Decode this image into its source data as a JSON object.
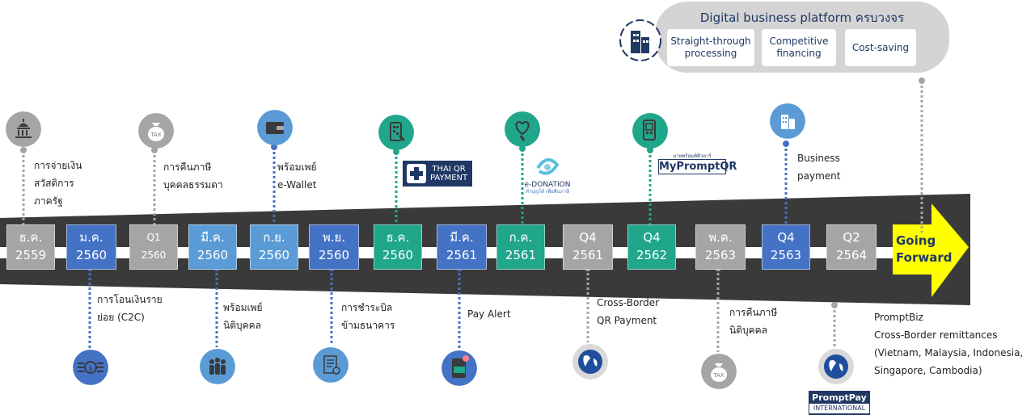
{
  "platform": {
    "title": "Digital business platform ครบวงจร",
    "pills": [
      "Straight-through processing",
      "Competitive financing",
      "Cost-saving"
    ]
  },
  "arrow_label": "Going Forward",
  "colors": {
    "gray": "#a5a5a5",
    "blue": "#4472c4",
    "lightblue": "#5b9bd5",
    "teal": "#20a68b",
    "band": "#3a3a3a",
    "dot_gray": "#a5a5a5",
    "dot_blue": "#4472c4",
    "arrow": "#ffff00",
    "navy": "#1f3864"
  },
  "milestones": [
    {
      "line1": "ธ.ค.",
      "line2": "2559",
      "color": "gray",
      "small": false
    },
    {
      "line1": "ม.ค.",
      "line2": "2560",
      "color": "blue",
      "small": false
    },
    {
      "line1": "Q1",
      "line2": "2560",
      "color": "gray",
      "small": true
    },
    {
      "line1": "มี.ค.",
      "line2": "2560",
      "color": "lightblue",
      "small": false
    },
    {
      "line1": "ก.ย.",
      "line2": "2560",
      "color": "lightblue",
      "small": false
    },
    {
      "line1": "พ.ย.",
      "line2": "2560",
      "color": "blue",
      "small": false
    },
    {
      "line1": "ธ.ค.",
      "line2": "2560",
      "color": "teal",
      "small": false
    },
    {
      "line1": "มี.ค.",
      "line2": "2561",
      "color": "blue",
      "small": false
    },
    {
      "line1": "ก.ค.",
      "line2": "2561",
      "color": "teal",
      "small": false
    },
    {
      "line1": "Q4",
      "line2": "2561",
      "color": "gray",
      "small": false
    },
    {
      "line1": "Q4",
      "line2": "2562",
      "color": "teal",
      "small": false
    },
    {
      "line1": "พ.ค.",
      "line2": "2563",
      "color": "gray",
      "small": false
    },
    {
      "line1": "Q4",
      "line2": "2563",
      "color": "blue",
      "small": false
    },
    {
      "line1": "Q2",
      "line2": "2564",
      "color": "gray",
      "small": false
    }
  ],
  "labels_top": [
    {
      "lines": [
        "การจ่ายเงิน",
        "สวัสดิการ",
        "ภาครัฐ"
      ]
    },
    {
      "lines": [
        "การคืนภาษี",
        "บุคคลธรรมดา"
      ]
    },
    {
      "lines": [
        "พร้อมเพย์",
        "e-Wallet"
      ]
    },
    {
      "lines": [
        "Business",
        "payment"
      ]
    }
  ],
  "labels_bottom": [
    {
      "lines": [
        "การโอนเงินราย",
        "ย่อย (C2C)"
      ]
    },
    {
      "lines": [
        "พร้อมเพย์",
        "นิติบุคคล"
      ]
    },
    {
      "lines": [
        "การชำระบิล",
        "ข้ามธนาคาร"
      ]
    },
    {
      "lines": [
        "Pay Alert"
      ]
    },
    {
      "lines": [
        "Cross-Border",
        "QR Payment"
      ]
    },
    {
      "lines": [
        "การคืนภาษี",
        "นิติบุคคล"
      ]
    },
    {
      "lines": [
        "PromptBiz",
        "Cross-Border remittances",
        "(Vietnam, Malaysia, Indonesia,",
        "Singapore, Cambodia)"
      ]
    }
  ],
  "logos": {
    "thaiqr": [
      "THAI QR",
      "PAYMENT"
    ],
    "edonation": [
      "e-DONATION",
      "ทำบุญได้ เพื่อคืนภาษี"
    ],
    "myprompt": [
      "MyPromptQR",
      "มายพร้อมท์คิวอาร์"
    ],
    "promptpay": [
      "PromptPay",
      "INTERNATIONAL"
    ]
  },
  "icons_top": [
    {
      "name": "government-building-icon",
      "color": "gray"
    },
    {
      "name": "tax-bag-icon",
      "color": "gray"
    },
    {
      "name": "wallet-icon",
      "color": "lightblue"
    },
    {
      "name": "qr-phone-icon",
      "color": "teal"
    },
    {
      "name": "donation-heart-icon",
      "color": "teal"
    },
    {
      "name": "qr-scan-icon",
      "color": "teal"
    },
    {
      "name": "business-building-icon",
      "color": "lightblue"
    }
  ],
  "icons_bottom": [
    {
      "name": "money-transfer-icon",
      "color": "blue"
    },
    {
      "name": "people-group-icon",
      "color": "lightblue"
    },
    {
      "name": "bill-invoice-icon",
      "color": "lightblue"
    },
    {
      "name": "phone-alert-icon",
      "color": "blue"
    },
    {
      "name": "globe-icon",
      "color": "gray"
    },
    {
      "name": "tax-bag-icon",
      "color": "gray"
    },
    {
      "name": "globe-icon",
      "color": "gray"
    }
  ]
}
